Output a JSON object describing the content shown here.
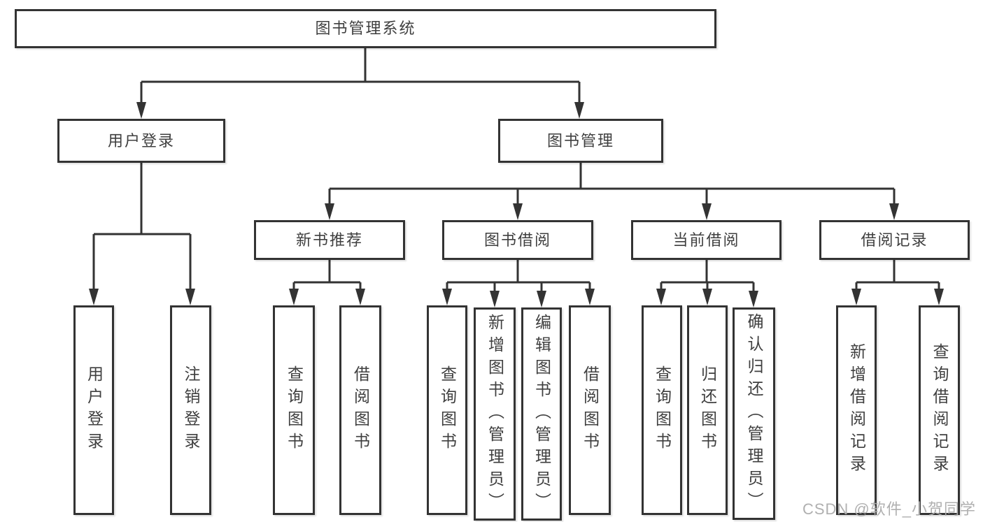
{
  "tree": {
    "label": "图书管理系统",
    "children": [
      {
        "label": "用户登录",
        "children": [
          {
            "label": "用户登录"
          },
          {
            "label": "注销登录"
          }
        ]
      },
      {
        "label": "图书管理",
        "children": [
          {
            "label": "新书推荐",
            "children": [
              {
                "label": "查询图书"
              },
              {
                "label": "借阅图书"
              }
            ]
          },
          {
            "label": "图书借阅",
            "children": [
              {
                "label": "查询图书"
              },
              {
                "label": "新增图书（管理员）"
              },
              {
                "label": "编辑图书（管理员）"
              },
              {
                "label": "借阅图书"
              }
            ]
          },
          {
            "label": "当前借阅",
            "children": [
              {
                "label": "查询图书"
              },
              {
                "label": "归还图书"
              },
              {
                "label": "确认归还（管理员）"
              }
            ]
          },
          {
            "label": "借阅记录",
            "children": [
              {
                "label": "新增借阅记录"
              },
              {
                "label": "查询借阅记录"
              }
            ]
          }
        ]
      }
    ]
  },
  "colors": {
    "line": "#333333",
    "text": "#3f3f3f",
    "watermark": "#acacac"
  },
  "watermark": {
    "text": "CSDN @软件_小贺同学"
  }
}
